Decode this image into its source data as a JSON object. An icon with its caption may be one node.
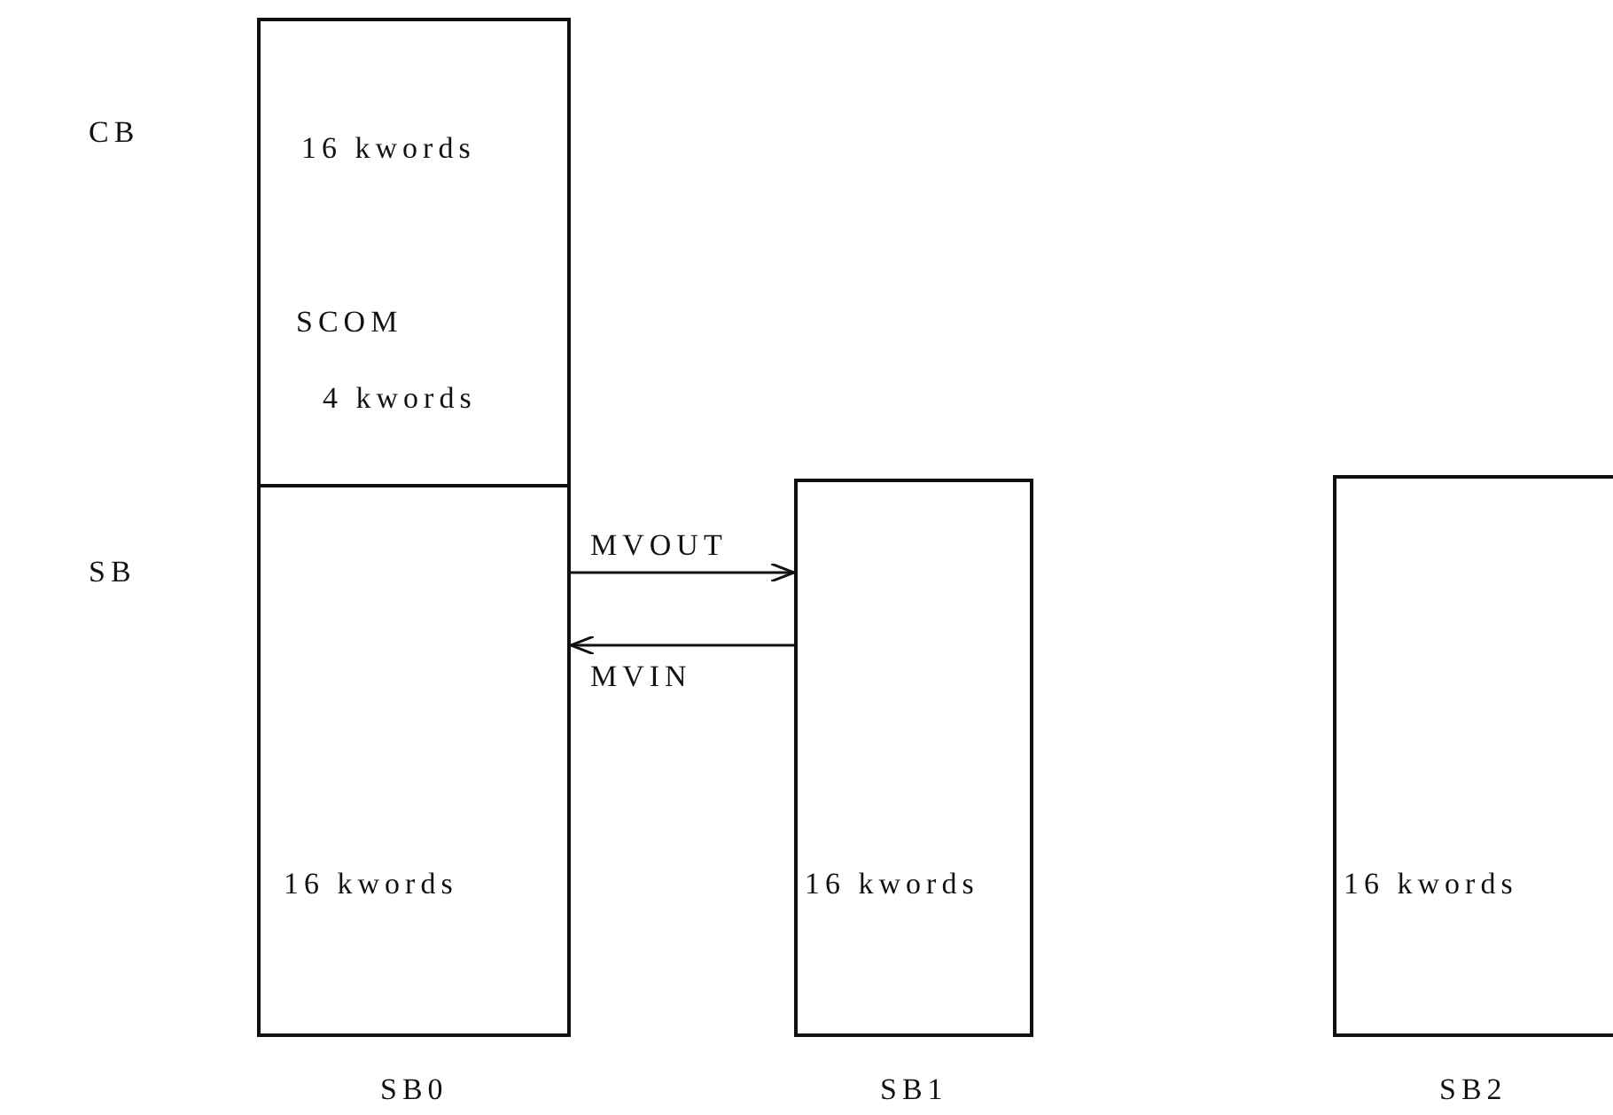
{
  "diagram": {
    "nodes": [
      {
        "text": [
          "16 kwords"
        ]
      },
      {
        "text": [
          "SCOM",
          "4 kwords"
        ]
      },
      {
        "text": [
          "16 kwords"
        ],
        "beside": [
          "SB0"
        ]
      },
      {
        "text": [
          "16 kwords"
        ],
        "beside": [
          "SB1"
        ]
      },
      {
        "text": [
          "16 kwords"
        ],
        "beside": [
          "SB2"
        ]
      }
    ],
    "edges": [
      {
        "from": 2,
        "to": 3,
        "arrow": "to",
        "label": "MVOUT"
      },
      {
        "from": 3,
        "to": 2,
        "arrow": "to",
        "label": "MVIN"
      }
    ],
    "labels": [
      "CB",
      "SB"
    ]
  }
}
